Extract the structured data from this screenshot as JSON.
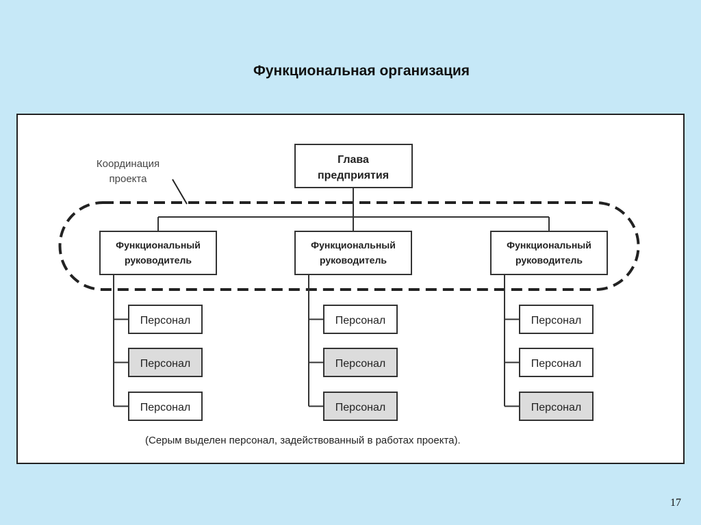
{
  "slide": {
    "title": "Функциональная организация",
    "page_number": "17"
  },
  "diagram": {
    "head": {
      "line1": "Глава",
      "line2": "предприятия"
    },
    "coordination": {
      "line1": "Координация",
      "line2": "проекта"
    },
    "managers": [
      {
        "line1": "Функциональный",
        "line2": "руководитель",
        "staff": [
          {
            "label": "Персонал",
            "involved": false
          },
          {
            "label": "Персонал",
            "involved": true
          },
          {
            "label": "Персонал",
            "involved": false
          }
        ]
      },
      {
        "line1": "Функциональный",
        "line2": "руководитель",
        "staff": [
          {
            "label": "Персонал",
            "involved": false
          },
          {
            "label": "Персонал",
            "involved": true
          },
          {
            "label": "Персонал",
            "involved": true
          }
        ]
      },
      {
        "line1": "Функциональный",
        "line2": "руководитель",
        "staff": [
          {
            "label": "Персонал",
            "involved": false
          },
          {
            "label": "Персонал",
            "involved": false
          },
          {
            "label": "Персонал",
            "involved": true
          }
        ]
      }
    ],
    "note": "(Серым выделен персонал, задействованный в работах проекта).",
    "colors": {
      "involved_fill": "#dcdcdc",
      "normal_fill": "#ffffff",
      "stroke": "#333333"
    }
  }
}
